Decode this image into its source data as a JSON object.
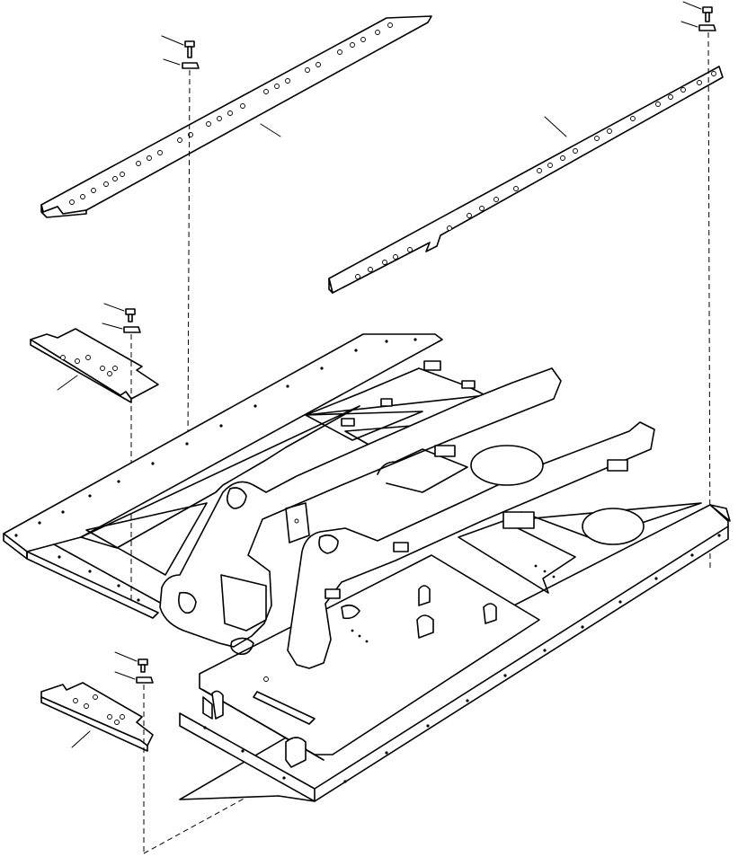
{
  "drawing": {
    "colors": {
      "line": "#000000",
      "background": "#ffffff"
    },
    "parts": [
      {
        "id": "upper-left-rail",
        "kind": "mounting-rail"
      },
      {
        "id": "upper-right-rail",
        "kind": "mounting-rail"
      },
      {
        "id": "left-plate",
        "kind": "mounting-plate"
      },
      {
        "id": "lower-left-plate",
        "kind": "mounting-plate"
      },
      {
        "id": "main-frame",
        "kind": "frame-assembly"
      },
      {
        "id": "bolt",
        "kind": "fastener"
      },
      {
        "id": "nut",
        "kind": "fastener"
      }
    ]
  }
}
